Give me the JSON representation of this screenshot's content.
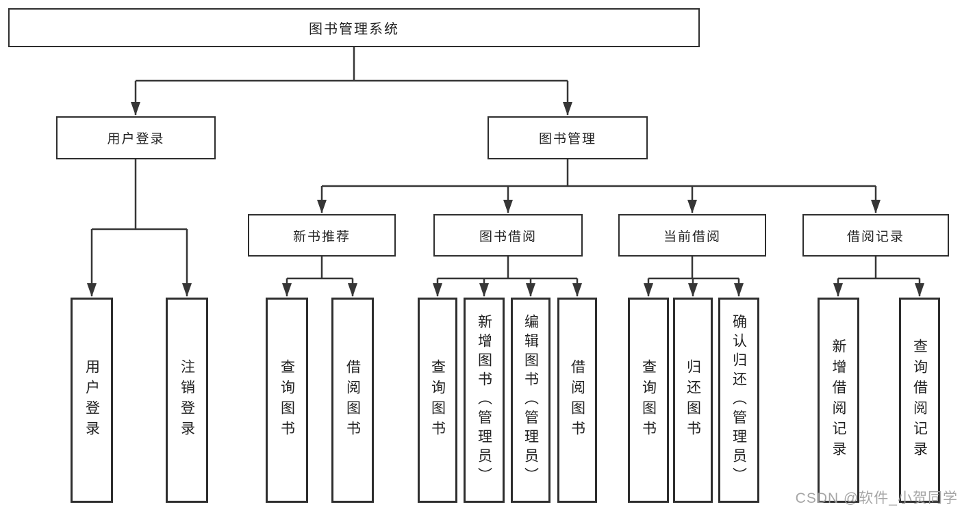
{
  "diagram_title": "图书管理系统",
  "nodes": {
    "root": "图书管理系统",
    "userLogin": "用户登录",
    "bookMgmt": "图书管理",
    "newBookRec": "新书推荐",
    "bookBorrow": "图书借阅",
    "currentBorrow": "当前借阅",
    "borrowRecord": "借阅记录",
    "leafUserLogin": "用户登录",
    "leafLogout": "注销登录",
    "leafQueryBookRec": "查询图书",
    "leafBorrowBookRec": "借阅图书",
    "leafQueryBookBorrow": "查询图书",
    "leafAddBookAdmin": "新增图书（管理员）",
    "leafEditBookAdmin": "编辑图书（管理员）",
    "leafBorrowBook": "借阅图书",
    "leafQueryBookCurrent": "查询图书",
    "leafReturnBook": "归还图书",
    "leafConfirmReturnAdmin": "确认归还（管理员）",
    "leafAddBorrowRecord": "新增借阅记录",
    "leafQueryBorrowRecord": "查询借阅记录"
  },
  "colors": {
    "line": "#363636",
    "border": "#2e2e2e",
    "text": "#222222",
    "watermark": "#9e9e9e"
  },
  "watermark": "CSDN @软件_小贺同学"
}
